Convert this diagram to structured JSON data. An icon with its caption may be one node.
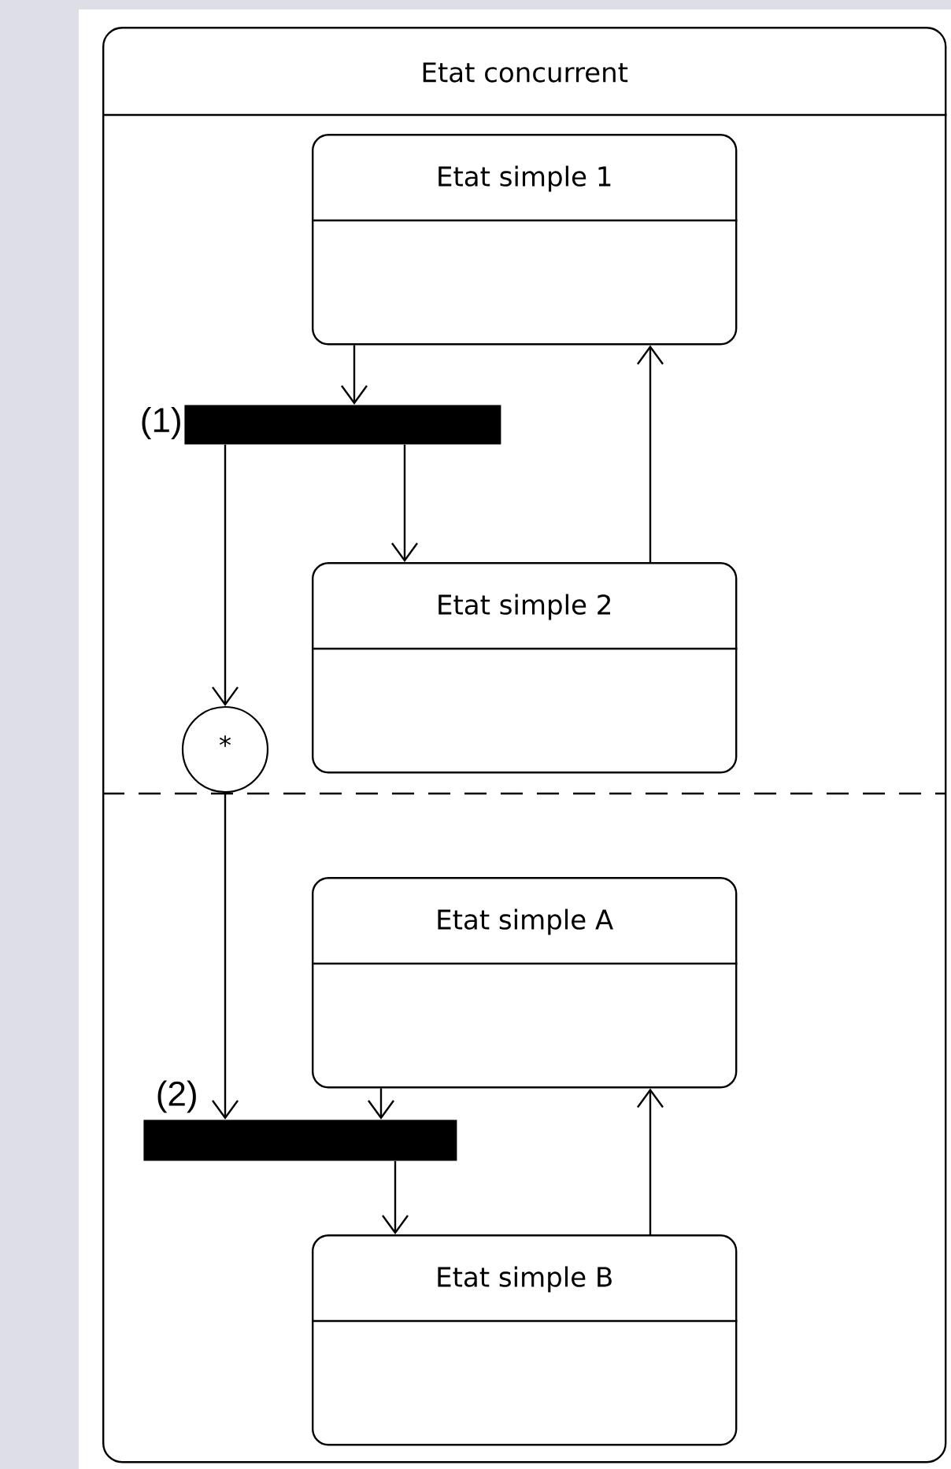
{
  "diagram": {
    "nodes": [
      {
        "text": [
          "Etat concurrent"
        ]
      },
      {
        "text": [
          "Etat simple 1"
        ],
        "in": 0
      },
      {
        "text": [],
        "shape": "bar",
        "in": 0,
        "beside": [
          "(1)"
        ]
      },
      {
        "text": [
          "Etat simple 2"
        ],
        "in": 0
      },
      {
        "text": [
          "*"
        ],
        "in": 0
      },
      {
        "text": [
          "Etat simple A"
        ],
        "in": 0
      },
      {
        "text": [],
        "shape": "bar",
        "in": 0,
        "beside": [
          "(2)"
        ]
      },
      {
        "text": [
          "Etat simple B"
        ],
        "in": 0
      }
    ],
    "edges": [
      {
        "from": 1,
        "to": 2,
        "arrow": "to"
      },
      {
        "from": 2,
        "to": 3,
        "arrow": "to"
      },
      {
        "from": 2,
        "to": 4,
        "arrow": "to"
      },
      {
        "from": 3,
        "to": 1,
        "arrow": "to"
      },
      {
        "from": 4,
        "to": 6,
        "arrow": "to"
      },
      {
        "from": 5,
        "to": 6,
        "arrow": "to"
      },
      {
        "from": 6,
        "to": 7,
        "arrow": "to"
      },
      {
        "from": 7,
        "to": 5,
        "arrow": "to"
      }
    ]
  }
}
